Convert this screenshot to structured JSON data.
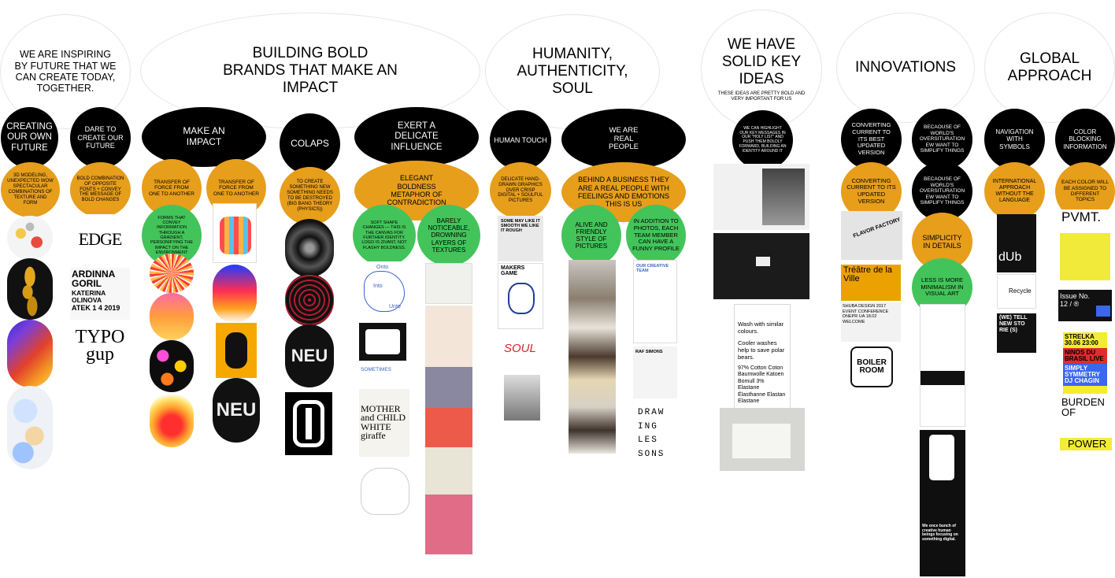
{
  "headers": {
    "col1": "WE ARE INSPIRING BY FUTURE THAT WE CAN CREATE TODAY, TOGETHER.",
    "col2": "BUILDING BOLD BRANDS THAT MAKE AN IMPACT",
    "col3": "HUMANITY, AUTHENTICITY, SOUL",
    "col4": "WE HAVE SOLID KEY IDEAS",
    "col4_sub": "THESE IDEAS ARE PRETTY BOLD AND VERY IMPORTANT FOR US",
    "col5": "INNOVATIONS",
    "col6": "GLOBAL APPROACH"
  },
  "black": {
    "b1": "CREATING OUR OWN FUTURE",
    "b2": "DARE TO CREATE OUR FUTURE",
    "b3": "MAKE AN IMPACT",
    "b4": "COLAPS",
    "b5": "EXERT A DELICATE INFLUENCE",
    "b6": "HUMAN TOUCH",
    "b7": "WE ARE REAL PEOPLE",
    "b8": "WE CAN HIGHLIGHT OUR KEY MESSAGES IN OUR \"HOLY LIST\" AND PUSH THEM BOLDLY FORWARD, BUILDING AN IDENTITY AROUND IT",
    "b9": "CONVERTING CURRENT TO ITS BEST UPDATED VERSION",
    "b10": "BECAOUSE OF WORLD'S OVERSITURATION EW WANT TO SIMPLIFY THINGS",
    "b10b": "BECAOUSE OF WORLD'S OVERSITURATION EW WANT TO SIMPLIFY THINGS",
    "b11": "NAVIGATION WITH SYMBOLS",
    "b12": "COLOR BLOCKING INFORMATION"
  },
  "orange": {
    "o1": "3D MODELING, UNEXPECTED WOW SPECTACULAR COMBINATIONS OF TEXTURE AND FORM",
    "o2": "BOLD COMBINATION OF OPPOSITE FONTS + CONVEY THE MESSAGE OF BOLD CHANGES",
    "o3": "TRANSFER OF FORCE FROM ONE TO ANOTHER",
    "o4": "TRANSFER OF FORCE FROM ONE TO ANOTHER",
    "o5": "TO CREATE SOMETHING NEW SOMETHING NEEDS TO BE DESTROYED (BIG BANG THEORY (PHYSICS))",
    "o6": "ELEGANT BOLDNESS METAPHOR OF CONTRADICTION",
    "o7": "DELICATE HAND-DRAWN GRAPHICS OVER CRISP DIGITAL + SOULFUL PICTURES",
    "o8": "BEHIND A BUSINESS THEY ARE A REAL PEOPLE WITH FEELINGS AND EMOTIONS THIS IS US",
    "o9": "CONVERTING CURRENT TO ITS UPDATED VERSION",
    "o10": "SIMPLICITY IN DETAILS",
    "o11": "INTERNATIONAL APPROACH WITHOUT THE LANGUAGE",
    "o12": "EACH COLOR WILL BE ASSIGNED TO DIFFERENT TOPICS"
  },
  "green": {
    "g1": "FORMS THAT CONVEY INFORMATION THROUGH A GRADIENT, PERSONIFYING THE IMPACT ON THE ENVIRONMENT",
    "g2": "SOFT SHAPE CHANGES — THIS IS THE CANVAS FOR FURTHER IDENTITY. LOGO IS ZIVANT, NOT FLASHY BOLDNESS.",
    "g3": "BARELY NOTICEABLE, DROWNING LAYERS OF TEXTURES",
    "g4": "ALIVE AND FRIENDLY STYLE OF PICTURES",
    "g5": "IN ADDITION TO PHOTOS, EACH TEAM MEMBER CAN HAVE A FUNNY PROFILE",
    "g6": "LESS IS MORE MINIMALISM IN VISUAL ART"
  },
  "samples": {
    "edge": "EDGE",
    "ardinna": "ARDINNA GORIL",
    "katerina": "KATERINA OLINOVA",
    "atek": "ATEK 1 4 2019",
    "typo": "TYPO gup",
    "neu": "NEU",
    "onto": "Onto",
    "into": "Into",
    "unto": "Unto",
    "sometimes": "SOMETIMES",
    "mother": "MOTHER and CHILD WHITE giraffe",
    "makers": "MAKERS GAME",
    "make_it": "SOME MAY LIKE IT SMOOTH WE LIKE IT ROUGH",
    "soul": "SOUL",
    "our_team": "OUR CREATIVE TEAM",
    "draw": "DRAW ING LES SONS",
    "raf": "RAF SIMONS",
    "wash": "Wash with similar colours.",
    "cooler": "Cooler washes help to save polar bears.",
    "fabric": "97% Cotton Coton Baumwolle Katoen Bomull 3% Elastane Élasthanne Elastan Elastane",
    "flavor": "FLAVOR FACTORY",
    "theatre": "Tréâtre de la Ville",
    "shuba": "SHUBA DESIGN 2017 EVENT CONFERENCE DNEPR UA 18.02 WELCOME",
    "boiler": "BOILER ROOM",
    "dub": "dUb",
    "recycle": "Recycle",
    "tell": "(WE) TELL NEW STO RIE (S)",
    "pvmt": "PVMT.",
    "issue": "Issue No. 12 / ®",
    "strelka": "STRELKA 30.06 23:00",
    "ninos": "NINOS DU BRASIL LIVE",
    "simply": "SIMPLY SYMMETRY DJ CHAGIN",
    "burden": "BURDEN OF",
    "power": "POWER",
    "nine_box": "We once bunch of creative human beings focusing on something digital."
  }
}
